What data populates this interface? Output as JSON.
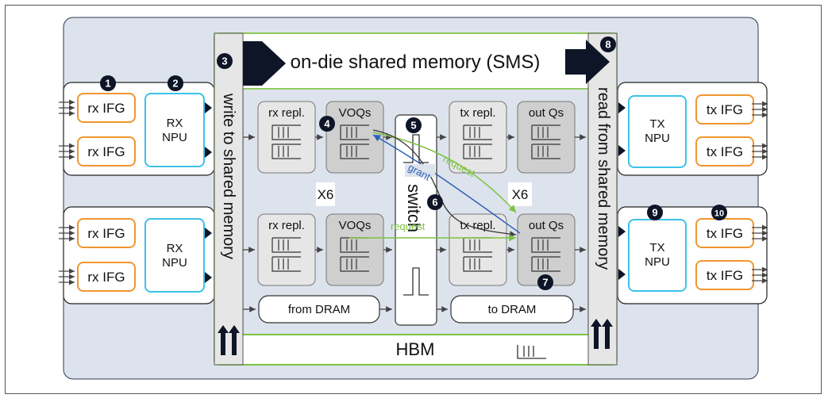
{
  "colors": {
    "chip_bg": "#dde3ec",
    "orange": "#f0962e",
    "cyan": "#3cc2ea",
    "green": "#7dc242",
    "blue": "#2a60b8",
    "dark": "#0d1526",
    "gray_box": "#e6e6e6",
    "gray_box_dark": "#cfcfcf"
  },
  "sms": {
    "label": "on-die shared memory (SMS)"
  },
  "hbm": {
    "label": "HBM"
  },
  "write_label": "write to shared memory",
  "read_label": "read from shared memory",
  "rx_ifg": "rx IFG",
  "tx_ifg": "tx IFG",
  "rx_npu": [
    "RX",
    "NPU"
  ],
  "tx_npu": [
    "TX",
    "NPU"
  ],
  "rx_repl": "rx repl.",
  "tx_repl": "tx repl.",
  "voqs": "VOQs",
  "out_qs": "out Qs",
  "switch": "switch",
  "x6": "X6",
  "from_dram": "from DRAM",
  "to_dram": "to DRAM",
  "grant": "grant",
  "request": "request",
  "badges": [
    "1",
    "2",
    "3",
    "4",
    "5",
    "6",
    "7",
    "8",
    "9",
    "10"
  ]
}
